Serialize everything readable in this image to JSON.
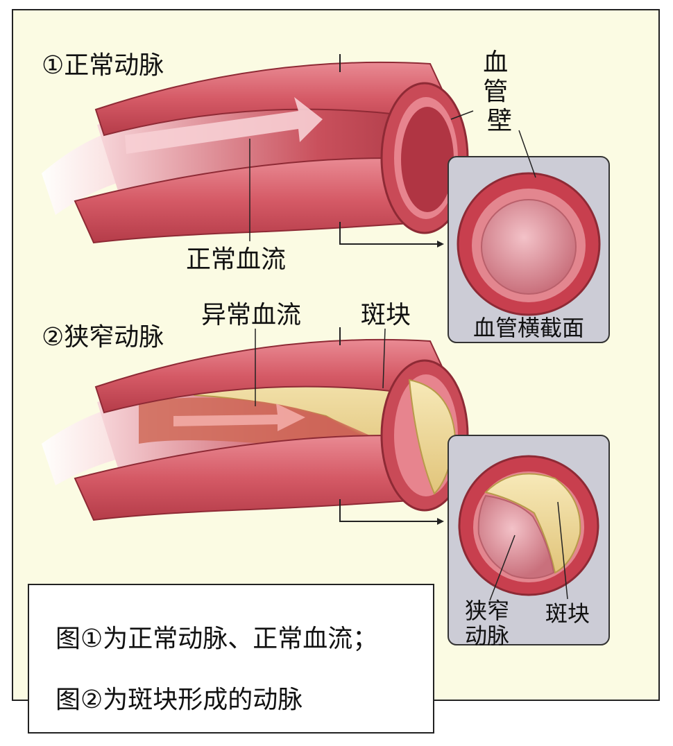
{
  "colors": {
    "background": "#fbfbe3",
    "vessel_wall": "#d9606c",
    "vessel_wall_dark": "#b0323f",
    "lumen": "#ee9aa4",
    "plaque": "#f0dc9a",
    "panel": "#ccccd6"
  },
  "normal": {
    "title": "①正常动脉",
    "wall_label": "血管壁",
    "flow_label": "正常血流",
    "cross_section_label": "血管横截面"
  },
  "narrow": {
    "title": "②狭窄动脉",
    "flow_label": "异常血流",
    "plaque_label": "斑块",
    "narrowed_label_line1": "狭窄",
    "narrowed_label_line2": "动脉",
    "plaque_label_2": "斑块"
  },
  "caption": {
    "line1": "图①为正常动脉、正常血流；",
    "line2": "图②为斑块形成的动脉"
  }
}
